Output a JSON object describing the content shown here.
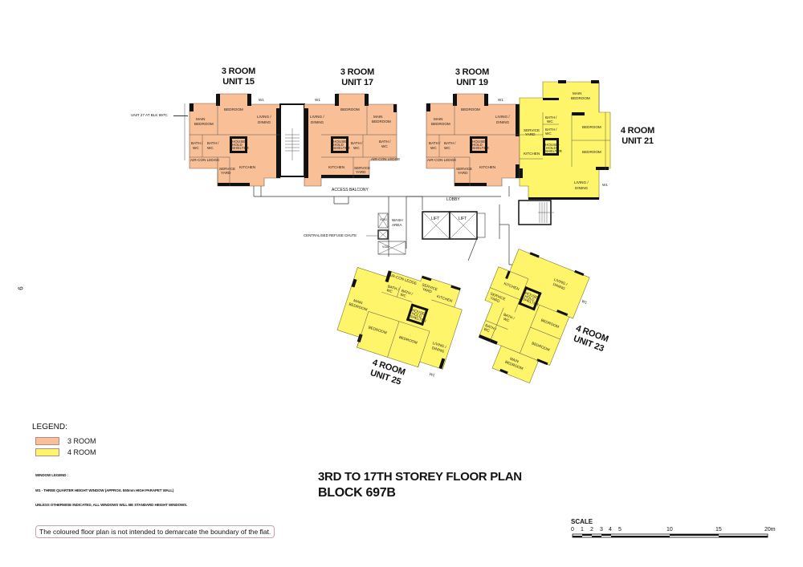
{
  "page": {
    "page_number": "6",
    "title_line1": "3RD TO 17TH STOREY FLOOR PLAN",
    "title_line2": "BLOCK 697B"
  },
  "units": [
    {
      "id": "unit15",
      "type": "3 ROOM",
      "label": "UNIT 15",
      "rooms": [
        "MAIN BEDROOM",
        "BEDROOM",
        "LIVING / DINING",
        "BATH / WC",
        "BATH / WC",
        "HOUSEHOLD SHELTER",
        "AIR-CON LEDGE",
        "SERVICE YARD",
        "KITCHEN"
      ],
      "window": "W1"
    },
    {
      "id": "unit17",
      "type": "3 ROOM",
      "label": "UNIT 17",
      "rooms": [
        "LIVING / DINING",
        "BEDROOM",
        "MAIN BEDROOM",
        "HOUSEHOLD SHELTER",
        "BATH / WC",
        "BATH / WC",
        "AIR-CON LEDGE",
        "KITCHEN",
        "SERVICE YARD"
      ],
      "window": "W1"
    },
    {
      "id": "unit19",
      "type": "3 ROOM",
      "label": "UNIT 19",
      "rooms": [
        "MAIN BEDROOM",
        "BEDROOM",
        "LIVING / DINING",
        "BATH / WC",
        "BATH / WC",
        "HOUSEHOLD SHELTER",
        "AIR-CON LEDGE",
        "SERVICE YARD",
        "KITCHEN"
      ],
      "window": "W1"
    },
    {
      "id": "unit21",
      "type": "4 ROOM",
      "label": "UNIT 21",
      "rooms": [
        "MAIN BEDROOM",
        "BATH / WC",
        "BATH / WC",
        "BEDROOM",
        "BEDROOM",
        "SERVICE YARD",
        "KITCHEN",
        "HOUSEHOLD SHELTER",
        "LIVING / DINING"
      ],
      "window": "W1"
    },
    {
      "id": "unit23",
      "type": "4 ROOM",
      "label": "UNIT 23",
      "rooms": [
        "LIVING / DINING",
        "KITCHEN",
        "HOUSEHOLD SHELTER",
        "SERVICE YARD",
        "BATH / WC",
        "BATH / WC",
        "BEDROOM",
        "BEDROOM",
        "MAIN BEDROOM"
      ],
      "window": "W1"
    },
    {
      "id": "unit25",
      "type": "4 ROOM",
      "label": "UNIT 25",
      "rooms": [
        "AIR-CON LEDGE",
        "SERVICE YARD",
        "KITCHEN",
        "BATH / WC",
        "BATH / WC",
        "HOUSEHOLD SHELTER",
        "MAIN BEDROOM",
        "BEDROOM",
        "BEDROOM",
        "LIVING / DINING"
      ],
      "window": "W1"
    }
  ],
  "labels": {
    "unit27_ref": "UNIT 27 AT BLK 697C",
    "access_balcony": "ACCESS BALCONY",
    "lobby": "LOBBY",
    "lift": "LIFT",
    "wash_area": "WASH AREA",
    "void": "VOID",
    "refuse_chute": "CENTRALISED REFUSE CHUTE",
    "w1": "W1",
    "main_bedroom": "MAIN",
    "main_bedroom2": "BEDROOM",
    "bedroom": "BEDROOM",
    "living": "LIVING /",
    "dining": "DINING",
    "kitchen": "KITCHEN",
    "service": "SERVICE",
    "yard": "YARD",
    "bath": "BATH /",
    "wc": "WC",
    "shelter1": "HOUSE-",
    "shelter2": "HOLD",
    "shelter3": "SHELTER",
    "aircon": "AIR-CON LEDGE"
  },
  "legend": {
    "title": "LEGEND:",
    "items": [
      {
        "label": "3 ROOM",
        "color": "#F9BF96"
      },
      {
        "label": "4 ROOM",
        "color": "#FFF56A"
      }
    ],
    "window_legend_title": "WINDOW LEGEND :",
    "window_legend_w1": "W1  -  THREE QUARTER HEIGHT WINDOW (APPROX. 550mm HIGH PARAPET WALL)",
    "window_legend_note": "UNLESS OTHERWISE INDICATED, ALL WINDOWS WILL BE STANDARD HEIGHT WINDOWS.",
    "disclaimer": "The coloured floor plan is not intended to demarcate the boundary of the flat."
  },
  "scale": {
    "title": "SCALE",
    "ticks": [
      "0",
      "1",
      "2",
      "3",
      "4",
      "5",
      "10",
      "15",
      "20m"
    ]
  },
  "colors": {
    "three_room": "#F9BF96",
    "four_room": "#FFF56A",
    "wall": "#111111"
  }
}
